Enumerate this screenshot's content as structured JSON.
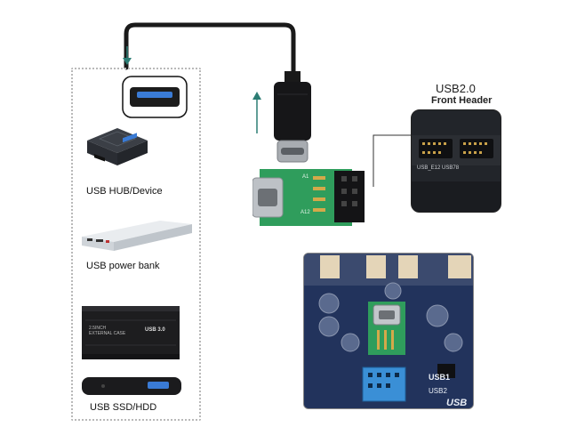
{
  "devices": {
    "hub_label": "USB HUB/Device",
    "powerbank_label": "USB power bank",
    "ssd_label": "USB SSD/HDD",
    "enclosure_text_left": "2.5INCH\nEXTERNAL CASE",
    "enclosure_text_right": "USB 3.0"
  },
  "header": {
    "title": "USB2.0",
    "subtitle": "Front Header",
    "board_silk": "USB_E12  USB78"
  },
  "adapter": {
    "pin_a1": "A1",
    "pin_a12": "A12"
  },
  "board_photo": {
    "silk_usb1": "USB1",
    "silk_usb2": "USB2",
    "silk_usb": "USB"
  },
  "colors": {
    "pcb_green": "#2f9d5c",
    "cable_black": "#1a1a1a",
    "arrow_teal": "#2c7d74",
    "panel_border": "#b9b9b9",
    "usb3_blue": "#3a7bd5"
  }
}
